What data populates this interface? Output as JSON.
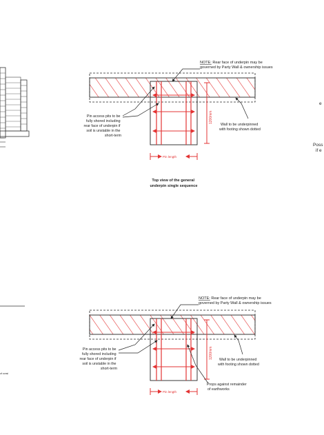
{
  "top": {
    "note_label": "NOTE:",
    "note_text": " Rear face of underpin may be",
    "note_text2": "governed by Party Wall & ownership issues",
    "pit_lines": [
      "Pin access pits to be",
      "fully shored including",
      "rear face of underpin if",
      "soil is unstable in the",
      "short-term"
    ],
    "wall_lines": [
      "Wall to be underpinned",
      "with footing shown dotted"
    ],
    "dim_vertical": "1200mm",
    "pin_length": "Pin length",
    "caption_lines": [
      "Top view of the general",
      "underpin single sequence"
    ]
  },
  "bottom": {
    "note_label": "NOTE:",
    "note_text": " Rear face of underpin may be",
    "note_text2": "governed by Party Wall & ownership issues",
    "pit_lines": [
      "Pin access pits to be",
      "fully shored including",
      "rear face of underpin if",
      "soil is unstable in the",
      "short-term"
    ],
    "wall_lines": [
      "Wall to be underpinned",
      "with footing shown dotted"
    ],
    "dim_vertical": "1200mm",
    "props_lines": [
      "Props against remainder",
      "of earthworks"
    ],
    "pin_length": "Pin length"
  },
  "right_edge": {
    "letter_e": "e",
    "poss": "Poss",
    "if_e": "if e"
  },
  "left_edge": {
    "small_text": "of consi"
  },
  "colors": {
    "hatch": "#e33333",
    "dimension": "#e33333",
    "line": "#222222"
  }
}
